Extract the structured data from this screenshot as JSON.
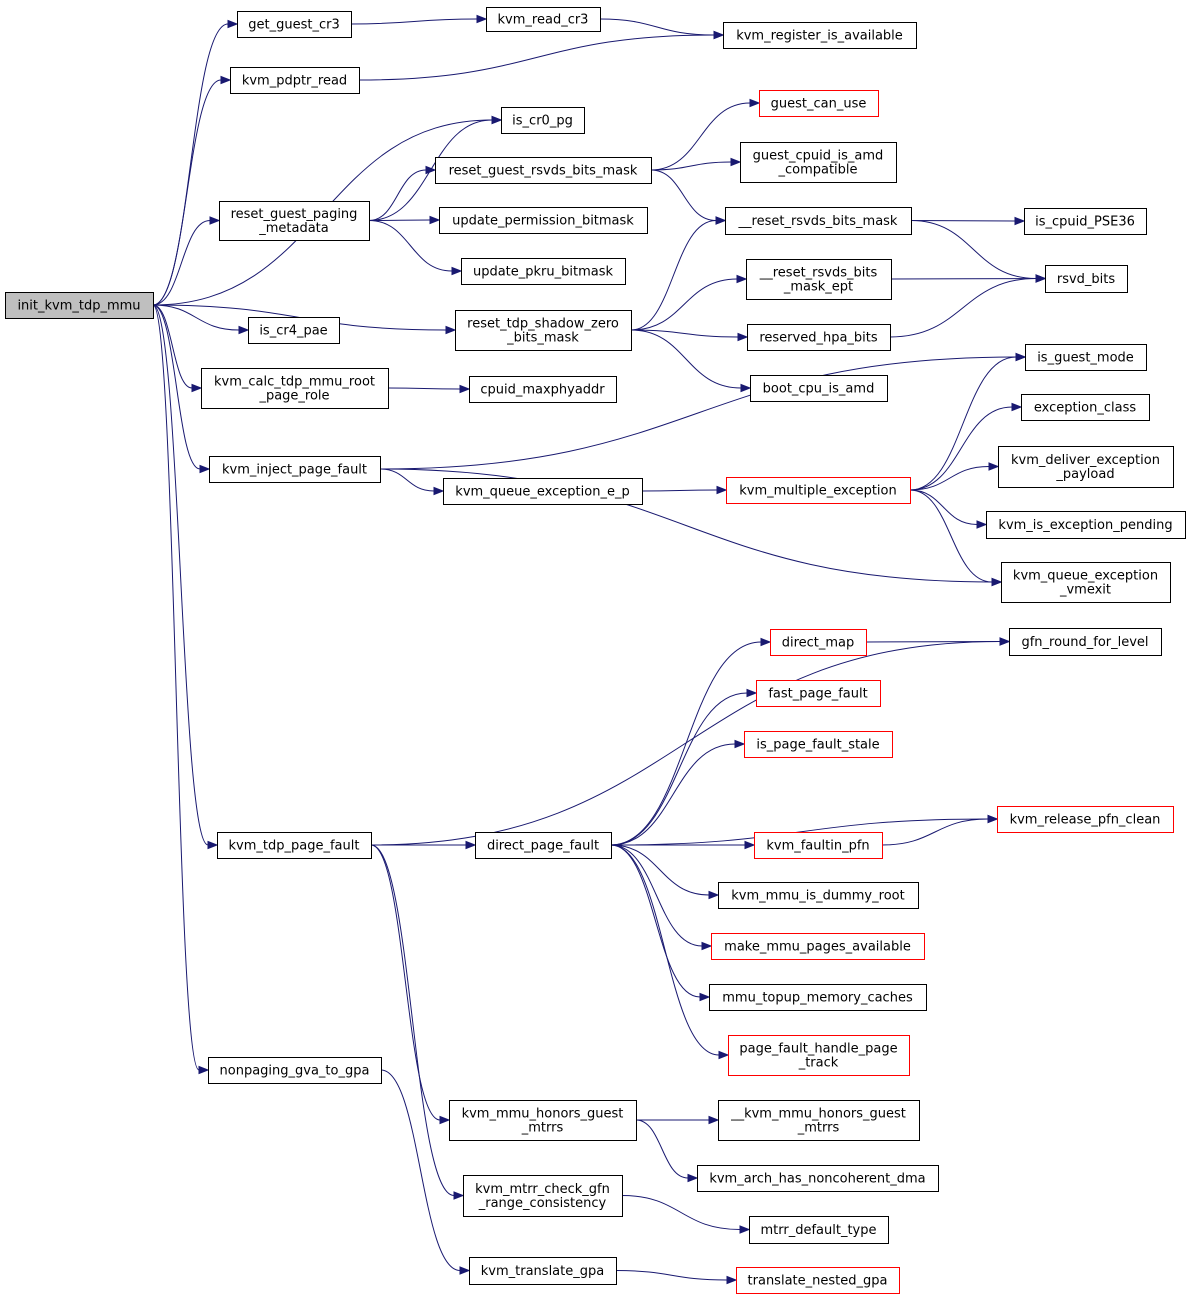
{
  "graph": {
    "root": "init_kvm_tdp_mmu",
    "edge_color": "#191970",
    "truncated_border_color": "#ff0000",
    "root_fill": "#bfbfbf",
    "nodes": [
      {
        "id": "init",
        "lines": [
          "init_kvm_tdp_mmu"
        ],
        "root": true
      },
      {
        "id": "get_guest_cr3",
        "lines": [
          "get_guest_cr3"
        ]
      },
      {
        "id": "kvm_read_cr3",
        "lines": [
          "kvm_read_cr3"
        ]
      },
      {
        "id": "kvm_register_is_available",
        "lines": [
          "kvm_register_is_available"
        ]
      },
      {
        "id": "kvm_pdptr_read",
        "lines": [
          "kvm_pdptr_read"
        ]
      },
      {
        "id": "guest_can_use",
        "lines": [
          "guest_can_use"
        ],
        "truncated": true
      },
      {
        "id": "is_cr0_pg",
        "lines": [
          "is_cr0_pg"
        ]
      },
      {
        "id": "reset_guest_rsvds_bits_mask",
        "lines": [
          "reset_guest_rsvds_bits_mask"
        ]
      },
      {
        "id": "guest_cpuid_is_amd",
        "lines": [
          "guest_cpuid_is_amd",
          "_compatible"
        ]
      },
      {
        "id": "reset_guest_paging",
        "lines": [
          "reset_guest_paging",
          "_metadata"
        ]
      },
      {
        "id": "update_permission_bitmask",
        "lines": [
          "update_permission_bitmask"
        ]
      },
      {
        "id": "reset_rsvds_bits_mask",
        "lines": [
          "__reset_rsvds_bits_mask"
        ]
      },
      {
        "id": "is_cpuid_PSE36",
        "lines": [
          "is_cpuid_PSE36"
        ]
      },
      {
        "id": "update_pkru_bitmask",
        "lines": [
          "update_pkru_bitmask"
        ]
      },
      {
        "id": "reset_rsvds_bits_mask_ept",
        "lines": [
          "__reset_rsvds_bits",
          "_mask_ept"
        ]
      },
      {
        "id": "rsvd_bits",
        "lines": [
          "rsvd_bits"
        ]
      },
      {
        "id": "is_cr4_pae",
        "lines": [
          "is_cr4_pae"
        ]
      },
      {
        "id": "reset_tdp_shadow",
        "lines": [
          "reset_tdp_shadow_zero",
          "_bits_mask"
        ]
      },
      {
        "id": "reserved_hpa_bits",
        "lines": [
          "reserved_hpa_bits"
        ]
      },
      {
        "id": "is_guest_mode",
        "lines": [
          "is_guest_mode"
        ]
      },
      {
        "id": "kvm_calc_tdp",
        "lines": [
          "kvm_calc_tdp_mmu_root",
          "_page_role"
        ]
      },
      {
        "id": "cpuid_maxphyaddr",
        "lines": [
          "cpuid_maxphyaddr"
        ]
      },
      {
        "id": "boot_cpu_is_amd",
        "lines": [
          "boot_cpu_is_amd"
        ]
      },
      {
        "id": "exception_class",
        "lines": [
          "exception_class"
        ]
      },
      {
        "id": "kvm_inject_page_fault",
        "lines": [
          "kvm_inject_page_fault"
        ]
      },
      {
        "id": "kvm_deliver_exception",
        "lines": [
          "kvm_deliver_exception",
          "_payload"
        ]
      },
      {
        "id": "kvm_queue_exception_e_p",
        "lines": [
          "kvm_queue_exception_e_p"
        ]
      },
      {
        "id": "kvm_multiple_exception",
        "lines": [
          "kvm_multiple_exception"
        ],
        "truncated": true
      },
      {
        "id": "kvm_is_exception_pending",
        "lines": [
          "kvm_is_exception_pending"
        ]
      },
      {
        "id": "kvm_queue_exception_vmexit",
        "lines": [
          "kvm_queue_exception",
          "_vmexit"
        ]
      },
      {
        "id": "direct_map",
        "lines": [
          "direct_map"
        ],
        "truncated": true
      },
      {
        "id": "gfn_round_for_level",
        "lines": [
          "gfn_round_for_level"
        ]
      },
      {
        "id": "fast_page_fault",
        "lines": [
          "fast_page_fault"
        ],
        "truncated": true
      },
      {
        "id": "is_page_fault_stale",
        "lines": [
          "is_page_fault_stale"
        ],
        "truncated": true
      },
      {
        "id": "kvm_release_pfn_clean",
        "lines": [
          "kvm_release_pfn_clean"
        ],
        "truncated": true
      },
      {
        "id": "kvm_tdp_page_fault",
        "lines": [
          "kvm_tdp_page_fault"
        ]
      },
      {
        "id": "direct_page_fault",
        "lines": [
          "direct_page_fault"
        ]
      },
      {
        "id": "kvm_faultin_pfn",
        "lines": [
          "kvm_faultin_pfn"
        ],
        "truncated": true
      },
      {
        "id": "kvm_mmu_is_dummy_root",
        "lines": [
          "kvm_mmu_is_dummy_root"
        ]
      },
      {
        "id": "make_mmu_pages_available",
        "lines": [
          "make_mmu_pages_available"
        ],
        "truncated": true
      },
      {
        "id": "mmu_topup_memory_caches",
        "lines": [
          "mmu_topup_memory_caches"
        ]
      },
      {
        "id": "page_fault_handle_page_track",
        "lines": [
          "page_fault_handle_page",
          "_track"
        ],
        "truncated": true
      },
      {
        "id": "nonpaging_gva_to_gpa",
        "lines": [
          "nonpaging_gva_to_gpa"
        ]
      },
      {
        "id": "kvm_mmu_honors_guest_mtrrs",
        "lines": [
          "kvm_mmu_honors_guest",
          "_mtrrs"
        ]
      },
      {
        "id": "__kvm_mmu_honors_guest_mtrrs",
        "lines": [
          "__kvm_mmu_honors_guest",
          "_mtrrs"
        ]
      },
      {
        "id": "kvm_arch_has_noncoherent_dma",
        "lines": [
          "kvm_arch_has_noncoherent_dma"
        ]
      },
      {
        "id": "kvm_mtrr_check_gfn",
        "lines": [
          "kvm_mtrr_check_gfn",
          "_range_consistency"
        ]
      },
      {
        "id": "mtrr_default_type",
        "lines": [
          "mtrr_default_type"
        ]
      },
      {
        "id": "kvm_translate_gpa",
        "lines": [
          "kvm_translate_gpa"
        ]
      },
      {
        "id": "translate_nested_gpa",
        "lines": [
          "translate_nested_gpa"
        ],
        "truncated": true
      }
    ],
    "edges": [
      [
        "init",
        "get_guest_cr3"
      ],
      [
        "init",
        "kvm_pdptr_read"
      ],
      [
        "init",
        "is_cr0_pg"
      ],
      [
        "init",
        "reset_guest_paging"
      ],
      [
        "init",
        "reset_tdp_shadow"
      ],
      [
        "init",
        "is_cr4_pae"
      ],
      [
        "init",
        "kvm_calc_tdp"
      ],
      [
        "init",
        "kvm_inject_page_fault"
      ],
      [
        "init",
        "kvm_tdp_page_fault"
      ],
      [
        "init",
        "nonpaging_gva_to_gpa"
      ],
      [
        "get_guest_cr3",
        "kvm_read_cr3"
      ],
      [
        "kvm_read_cr3",
        "kvm_register_is_available"
      ],
      [
        "kvm_pdptr_read",
        "kvm_register_is_available"
      ],
      [
        "reset_guest_paging",
        "is_cr0_pg"
      ],
      [
        "reset_guest_paging",
        "reset_guest_rsvds_bits_mask"
      ],
      [
        "reset_guest_paging",
        "update_permission_bitmask"
      ],
      [
        "reset_guest_paging",
        "update_pkru_bitmask"
      ],
      [
        "reset_guest_rsvds_bits_mask",
        "guest_can_use"
      ],
      [
        "reset_guest_rsvds_bits_mask",
        "guest_cpuid_is_amd"
      ],
      [
        "reset_guest_rsvds_bits_mask",
        "reset_rsvds_bits_mask"
      ],
      [
        "reset_rsvds_bits_mask",
        "is_cpuid_PSE36"
      ],
      [
        "reset_rsvds_bits_mask",
        "rsvd_bits"
      ],
      [
        "reset_rsvds_bits_mask_ept",
        "rsvd_bits"
      ],
      [
        "reserved_hpa_bits",
        "rsvd_bits"
      ],
      [
        "reset_tdp_shadow",
        "reset_rsvds_bits_mask"
      ],
      [
        "reset_tdp_shadow",
        "reset_rsvds_bits_mask_ept"
      ],
      [
        "reset_tdp_shadow",
        "reserved_hpa_bits"
      ],
      [
        "reset_tdp_shadow",
        "boot_cpu_is_amd"
      ],
      [
        "kvm_calc_tdp",
        "cpuid_maxphyaddr"
      ],
      [
        "kvm_inject_page_fault",
        "is_guest_mode"
      ],
      [
        "kvm_inject_page_fault",
        "kvm_queue_exception_e_p"
      ],
      [
        "kvm_inject_page_fault",
        "kvm_queue_exception_vmexit"
      ],
      [
        "kvm_queue_exception_e_p",
        "kvm_multiple_exception"
      ],
      [
        "kvm_multiple_exception",
        "is_guest_mode"
      ],
      [
        "kvm_multiple_exception",
        "exception_class"
      ],
      [
        "kvm_multiple_exception",
        "kvm_deliver_exception"
      ],
      [
        "kvm_multiple_exception",
        "kvm_is_exception_pending"
      ],
      [
        "kvm_multiple_exception",
        "kvm_queue_exception_vmexit"
      ],
      [
        "kvm_tdp_page_fault",
        "gfn_round_for_level"
      ],
      [
        "kvm_tdp_page_fault",
        "direct_page_fault"
      ],
      [
        "kvm_tdp_page_fault",
        "kvm_mmu_honors_guest_mtrrs"
      ],
      [
        "kvm_tdp_page_fault",
        "kvm_mtrr_check_gfn"
      ],
      [
        "direct_map",
        "gfn_round_for_level"
      ],
      [
        "direct_page_fault",
        "direct_map"
      ],
      [
        "direct_page_fault",
        "fast_page_fault"
      ],
      [
        "direct_page_fault",
        "is_page_fault_stale"
      ],
      [
        "direct_page_fault",
        "kvm_release_pfn_clean"
      ],
      [
        "direct_page_fault",
        "kvm_faultin_pfn"
      ],
      [
        "direct_page_fault",
        "kvm_mmu_is_dummy_root"
      ],
      [
        "direct_page_fault",
        "make_mmu_pages_available"
      ],
      [
        "direct_page_fault",
        "mmu_topup_memory_caches"
      ],
      [
        "direct_page_fault",
        "page_fault_handle_page_track"
      ],
      [
        "kvm_faultin_pfn",
        "kvm_release_pfn_clean"
      ],
      [
        "kvm_mmu_honors_guest_mtrrs",
        "__kvm_mmu_honors_guest_mtrrs"
      ],
      [
        "kvm_mmu_honors_guest_mtrrs",
        "kvm_arch_has_noncoherent_dma"
      ],
      [
        "kvm_mtrr_check_gfn",
        "mtrr_default_type"
      ],
      [
        "nonpaging_gva_to_gpa",
        "kvm_translate_gpa"
      ],
      [
        "kvm_translate_gpa",
        "translate_nested_gpa"
      ]
    ]
  }
}
